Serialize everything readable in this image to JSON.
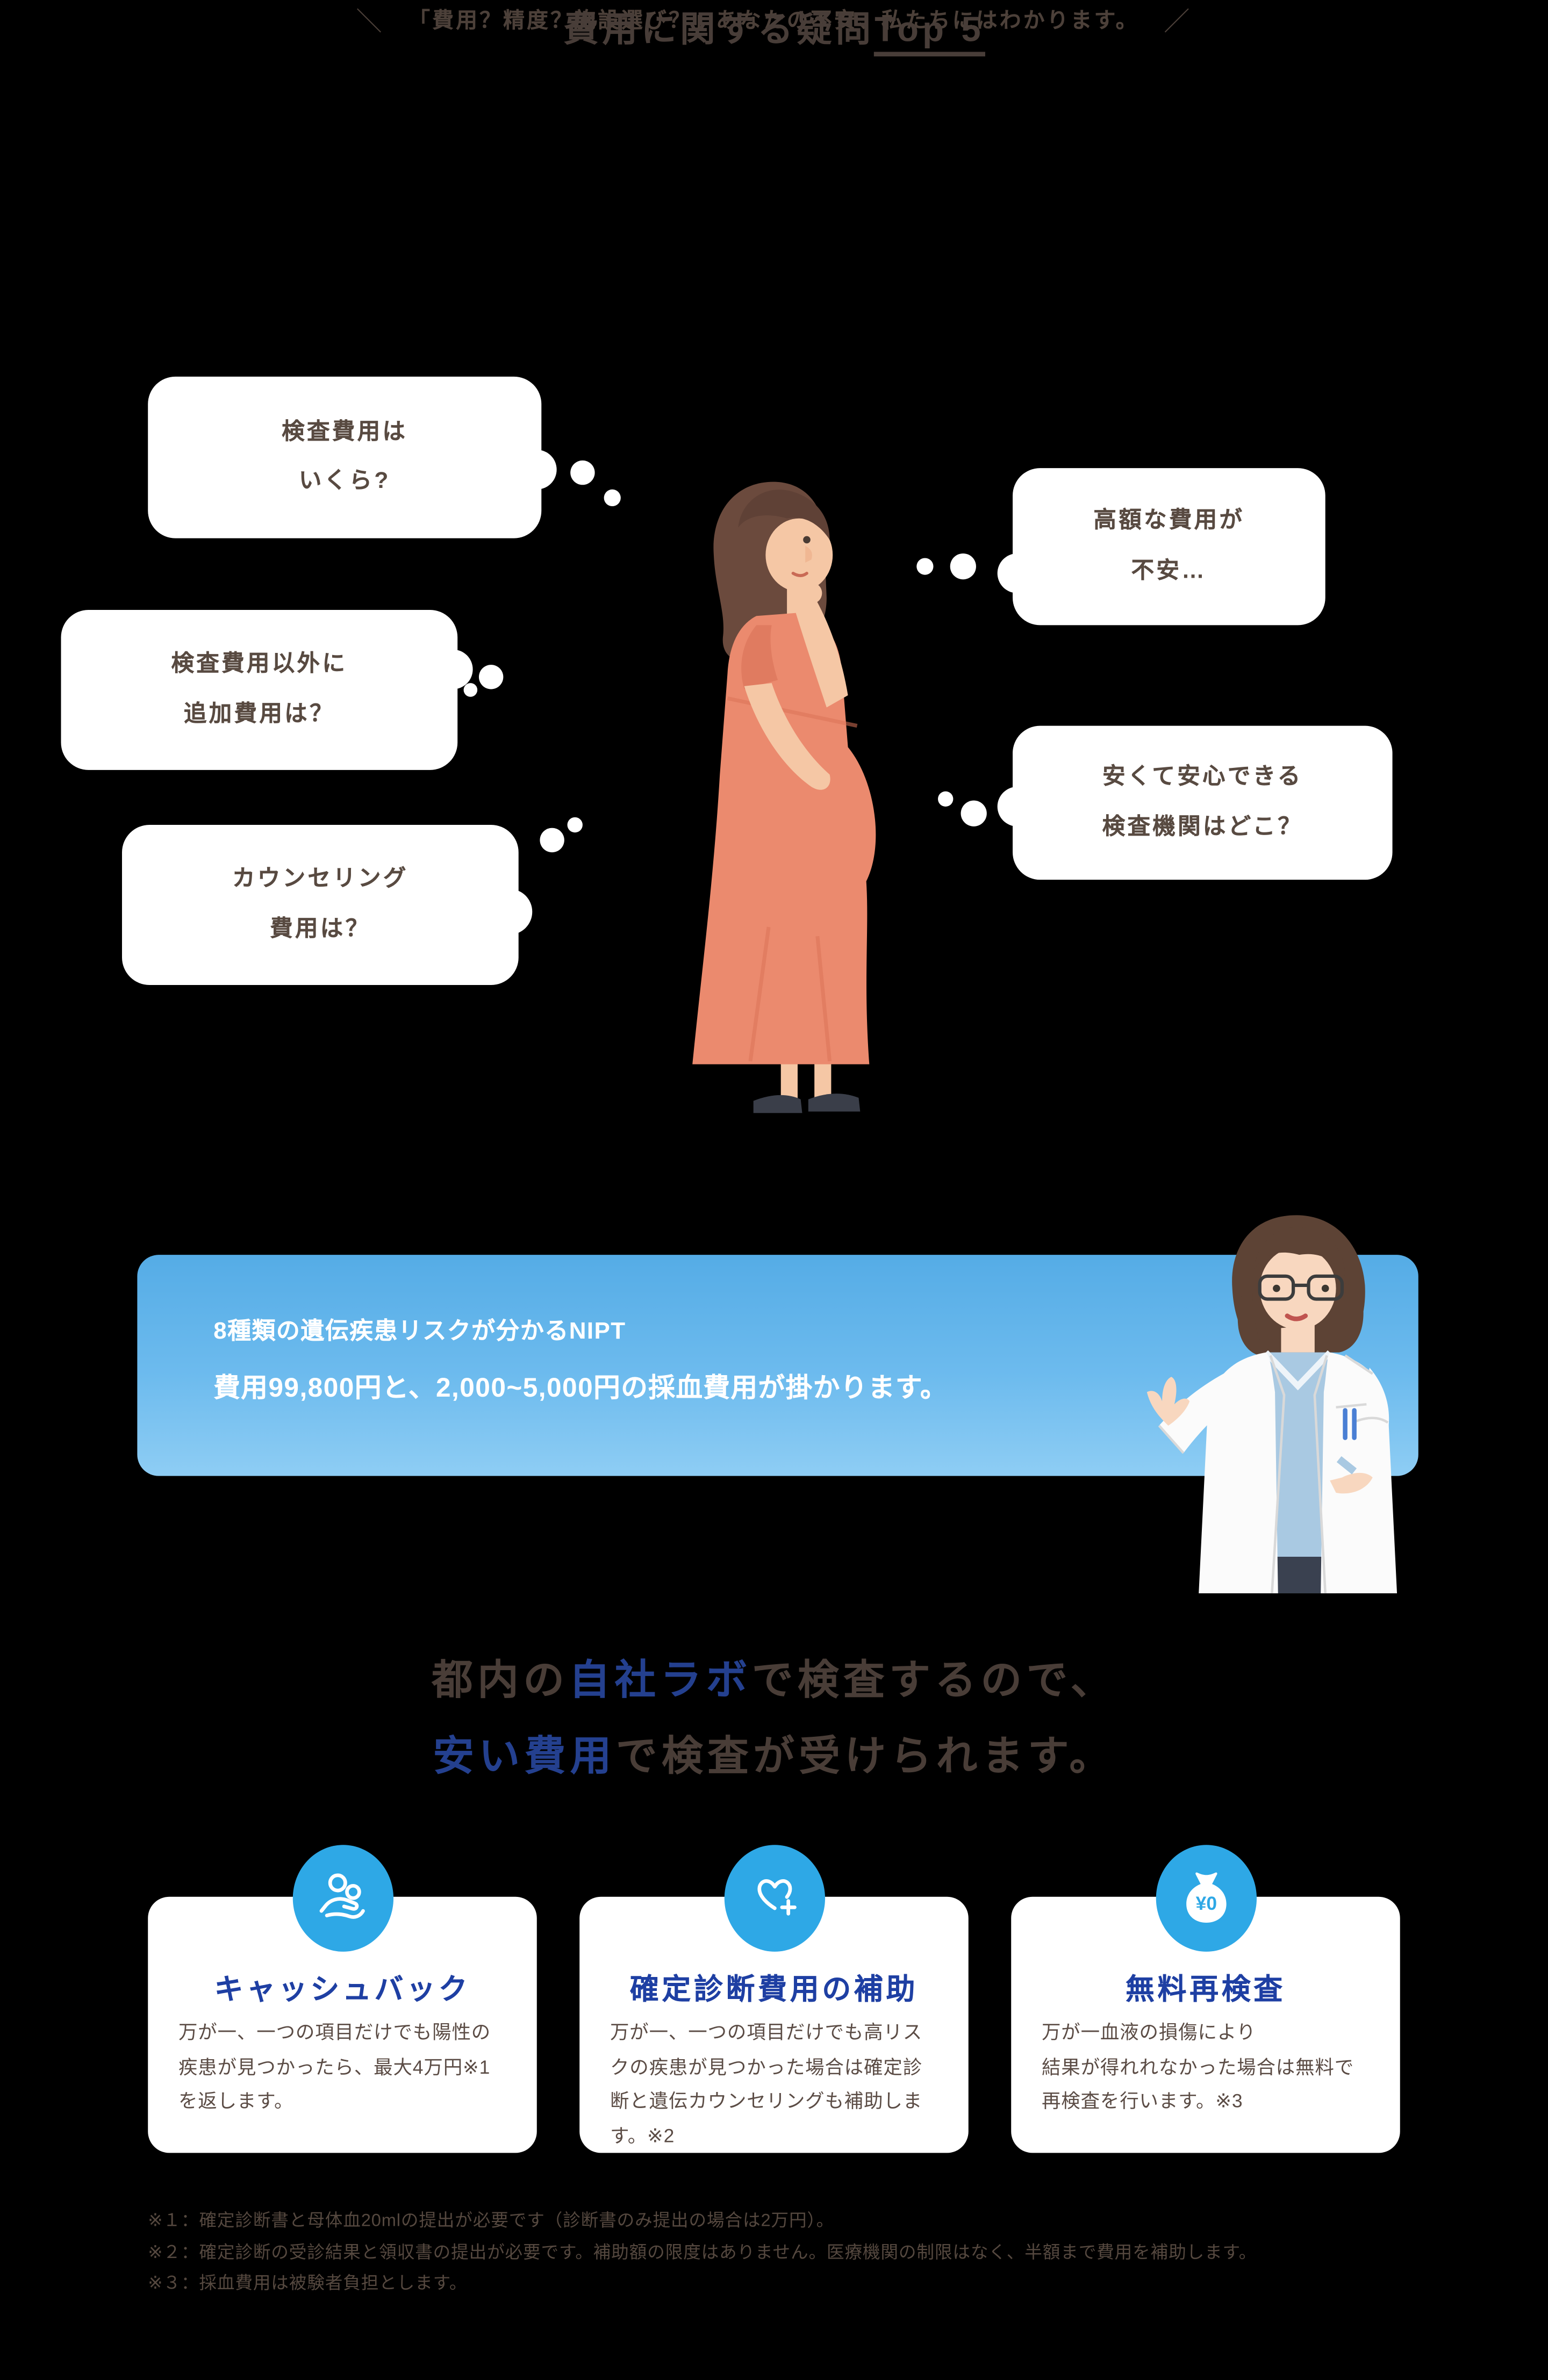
{
  "tagline": {
    "left_mark": "＼",
    "text": "「費用？精度？施設選び？」あなたの不安、私たちにはわかります。",
    "right_mark": "／"
  },
  "title": {
    "prefix": "費用に関する疑問",
    "highlight": "Top 5"
  },
  "thought_bubbles": [
    {
      "id": "cost",
      "lines": [
        "検査費用は",
        "いくら?"
      ]
    },
    {
      "id": "expensive",
      "lines": [
        "高額な費用が",
        "不安…"
      ]
    },
    {
      "id": "additional",
      "lines": [
        "検査費用以外に",
        "追加費用は？"
      ]
    },
    {
      "id": "cheap-safe",
      "lines": [
        "安くて安心できる",
        "検査機関はどこ？"
      ]
    },
    {
      "id": "counseling",
      "lines": [
        "カウンセリング",
        "費用は？"
      ]
    }
  ],
  "answer_box": {
    "line1": "8種類の遺伝疾患リスクが分かるNIPT",
    "line2": "費用99,800円と、2,000~5,000円の採血費用が掛かります。",
    "gradient_top": "#55ace6",
    "gradient_bottom": "#8ecdf4"
  },
  "lab_heading": {
    "line1_pre": "都内の",
    "line1_em": "自社ラボ",
    "line1_post": "で検査するので、",
    "line2_em": "安い費用",
    "line2_post": "で検査が受けられます。",
    "accent_color": "#24408f"
  },
  "benefit_cards": [
    {
      "icon": "hand-coins-icon",
      "title": "キャッシュバック",
      "body": "万が一、一つの項目だけでも陽性の疾患が見つかったら、最大4万円※1を返します。"
    },
    {
      "icon": "heart-plus-icon",
      "title": "確定診断費用の補助",
      "body": "万が一、一つの項目だけでも高リスクの疾患が見つかった場合は確定診断と遺伝カウンセリングも補助します。※2"
    },
    {
      "icon": "money-bag-icon",
      "title": "無料再検査",
      "body_line1": "万が一血液の損傷により",
      "body_line2": "結果が得れれなかった場合は無料で再検査を行います。※3",
      "bag_label": "¥0"
    }
  ],
  "footnotes": [
    "※１：確定診断書と母体血20mlの提出が必要です（診断書のみ提出の場合は2万円）。",
    "※２：確定診断の受診結果と領収書の提出が必要です。補助額の限度はありません。医療機関の制限はなく、半額まで費用を補助します。",
    "※３：採血費用は被験者負担とします。"
  ],
  "colors": {
    "background": "#000000",
    "text_brown": "#493d37",
    "bubble_text": "#584a41",
    "icon_circle_blue": "#2ea8e6",
    "card_title_blue": "#1e3fa3",
    "heading_accent_blue": "#24408f",
    "dress_coral": "#eb8a6e"
  }
}
